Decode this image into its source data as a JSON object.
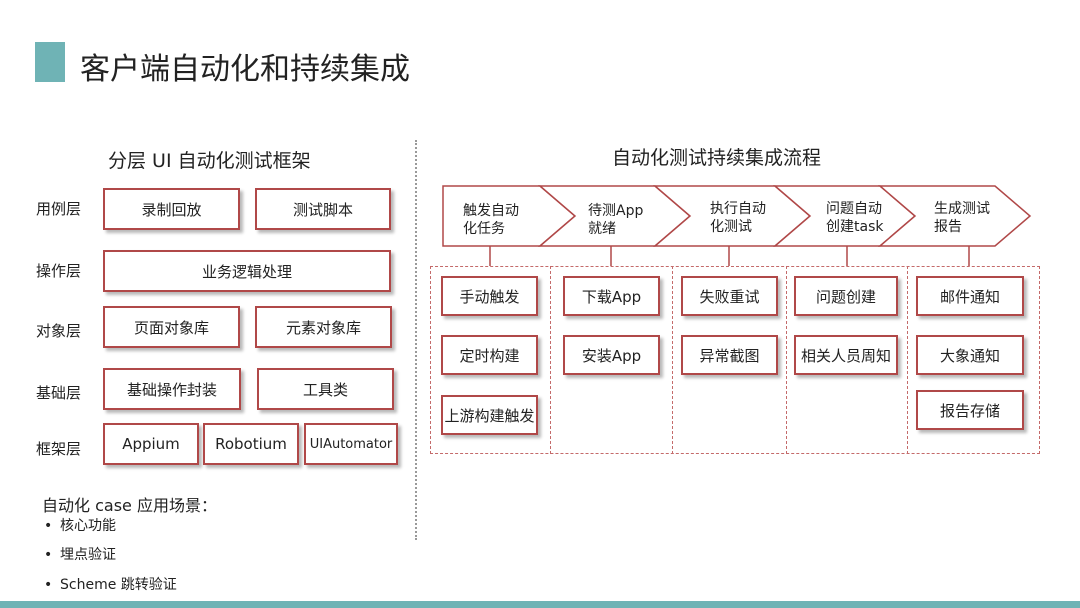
{
  "title": "客户端自动化和持续集成",
  "left": {
    "heading": "分层 UI 自动化测试框架",
    "layers": [
      {
        "label": "用例层",
        "items": [
          "录制回放",
          "测试脚本"
        ]
      },
      {
        "label": "操作层",
        "items": [
          "业务逻辑处理"
        ]
      },
      {
        "label": "对象层",
        "items": [
          "页面对象库",
          "元素对象库"
        ]
      },
      {
        "label": "基础层",
        "items": [
          "基础操作封装",
          "工具类"
        ]
      },
      {
        "label": "框架层",
        "items": [
          "Appium",
          "Robotium",
          "UIAutomator"
        ]
      }
    ],
    "case_title": "自动化 case 应用场景：",
    "bullets": [
      "核心功能",
      "埋点验证",
      "Scheme 跳转验证"
    ],
    "bullet_symbol": "•"
  },
  "right": {
    "heading": "自动化测试持续集成流程",
    "steps": [
      {
        "line1": "触发自动",
        "line2": "化任务"
      },
      {
        "line1": "待测App",
        "line2": "就绪"
      },
      {
        "line1": "执行自动",
        "line2": "化测试"
      },
      {
        "line1": "问题自动",
        "line2": "创建task"
      },
      {
        "line1": "生成测试",
        "line2": "报告"
      }
    ],
    "columns": [
      [
        "手动触发",
        "定时构建",
        "上游构建触发"
      ],
      [
        "下载App",
        "安装App"
      ],
      [
        "失败重试",
        "异常截图"
      ],
      [
        "问题创建",
        "相关人员周知"
      ],
      [
        "邮件通知",
        "大象通知",
        "报告存储"
      ]
    ]
  },
  "colors": {
    "accent": "#6fb3b5",
    "border": "#b04848"
  }
}
